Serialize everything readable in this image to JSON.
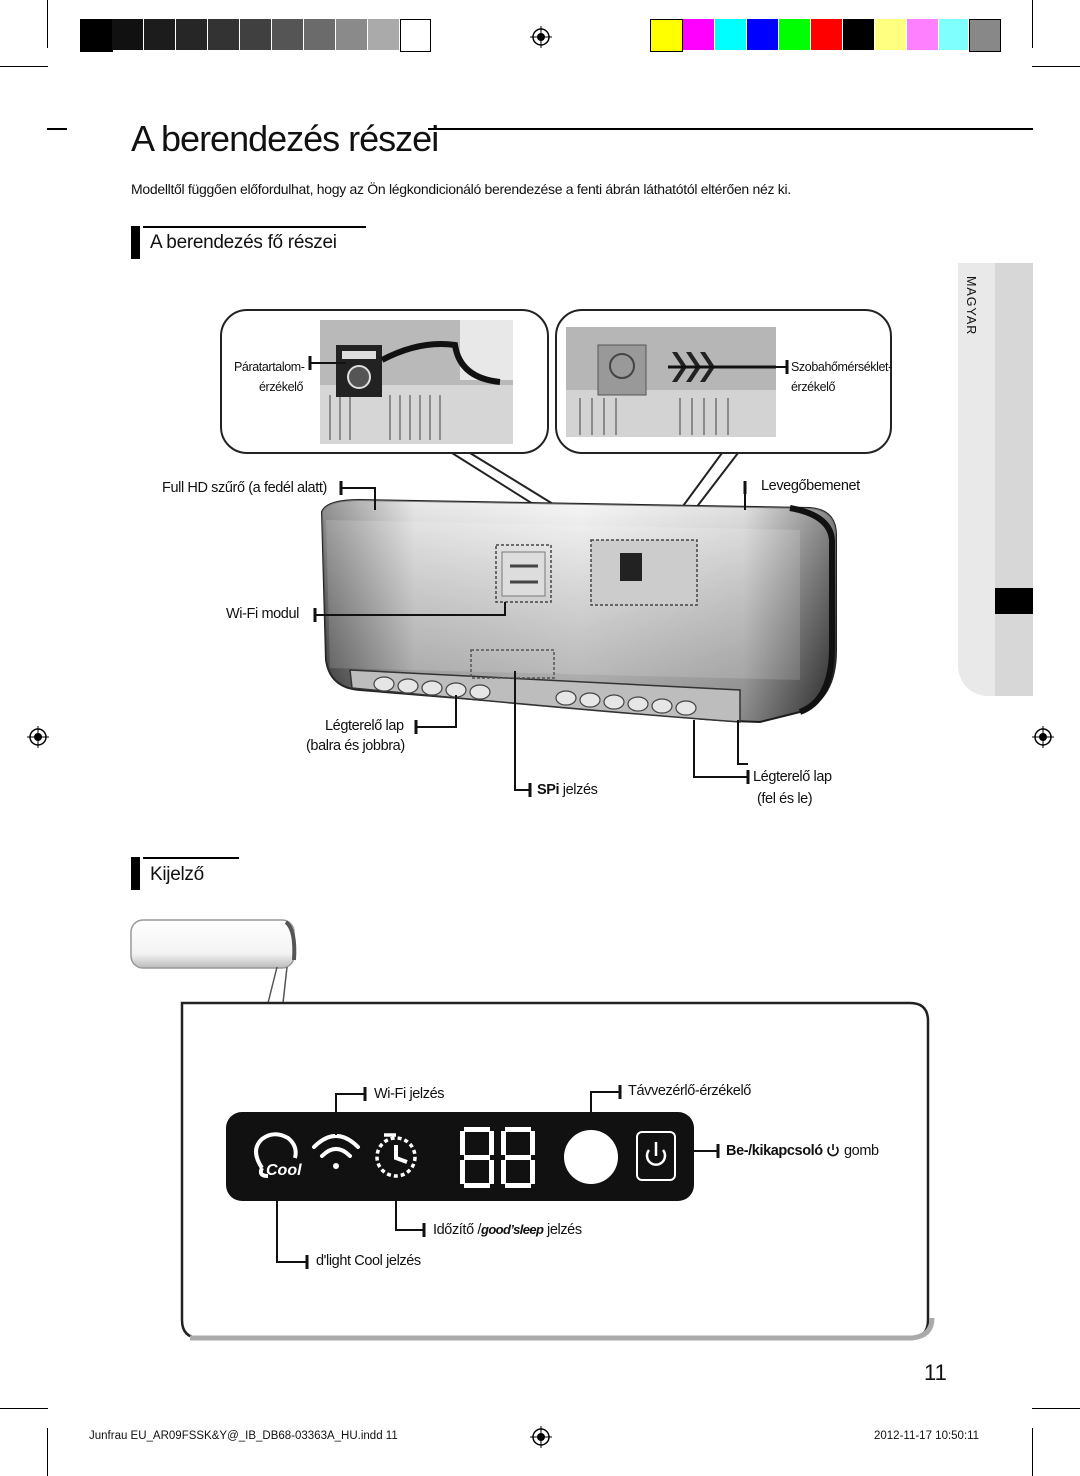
{
  "page": {
    "title": "A berendezés részei",
    "intro": "Modelltől függően előfordulhat, hogy az Ön légkondicionáló berendezése a fenti ábrán láthatótól eltérően néz ki.",
    "language_tab": "MAGYAR",
    "page_number": "11"
  },
  "main_parts": {
    "title": "A berendezés fő részei",
    "labels": {
      "humidity_sensor_1": "Páratartalom-",
      "humidity_sensor_2": "érzékelő",
      "room_temp_sensor_1": "Szobahőmérséklet-",
      "room_temp_sensor_2": "érzékelő",
      "filter": "Full HD szűrő (a fedél alatt)",
      "air_inlet": "Levegőbemenet",
      "wifi_module": "Wi-Fi modul",
      "blade_lr_1": "Légterelő lap",
      "blade_lr_2": "(balra és jobbra)",
      "spi_bold": "SPi",
      "spi_rest": " jelzés",
      "blade_ud_1": "Légterelő lap",
      "blade_ud_2": "(fel és le)"
    }
  },
  "display": {
    "title": "Kijelző",
    "labels": {
      "wifi_indicator": "Wi-Fi jelzés",
      "remote_sensor": "Távvezérlő-érzékelő",
      "power_bold": "Be-/kikapcsoló",
      "power_rest": " gomb",
      "timer_prefix": "Időzítő /",
      "timer_brand": "good’sleep",
      "timer_suffix": " jelzés",
      "dlight": "d'light Cool jelzés"
    },
    "panel_text": {
      "cool": "Cool"
    }
  },
  "footer": {
    "file": "Junfrau EU_AR09FSSK&Y@_IB_DB68-03363A_HU.indd   11",
    "timestamp": "2012-11-17   10:50:11"
  },
  "colors": {
    "grayscale": [
      "#000000",
      "#111111",
      "#1c1c1c",
      "#262626",
      "#333333",
      "#404040",
      "#555555",
      "#6b6b6b",
      "#8a8a8a",
      "#aaaaaa",
      "#cccccc",
      "#ffffff"
    ],
    "process": [
      "#ffff00",
      "#ff00ff",
      "#00ffff",
      "#0000ff",
      "#00ff00",
      "#ff0000",
      "#000000",
      "#ffff80",
      "#ff80ff",
      "#80ffff",
      "#888888"
    ]
  }
}
